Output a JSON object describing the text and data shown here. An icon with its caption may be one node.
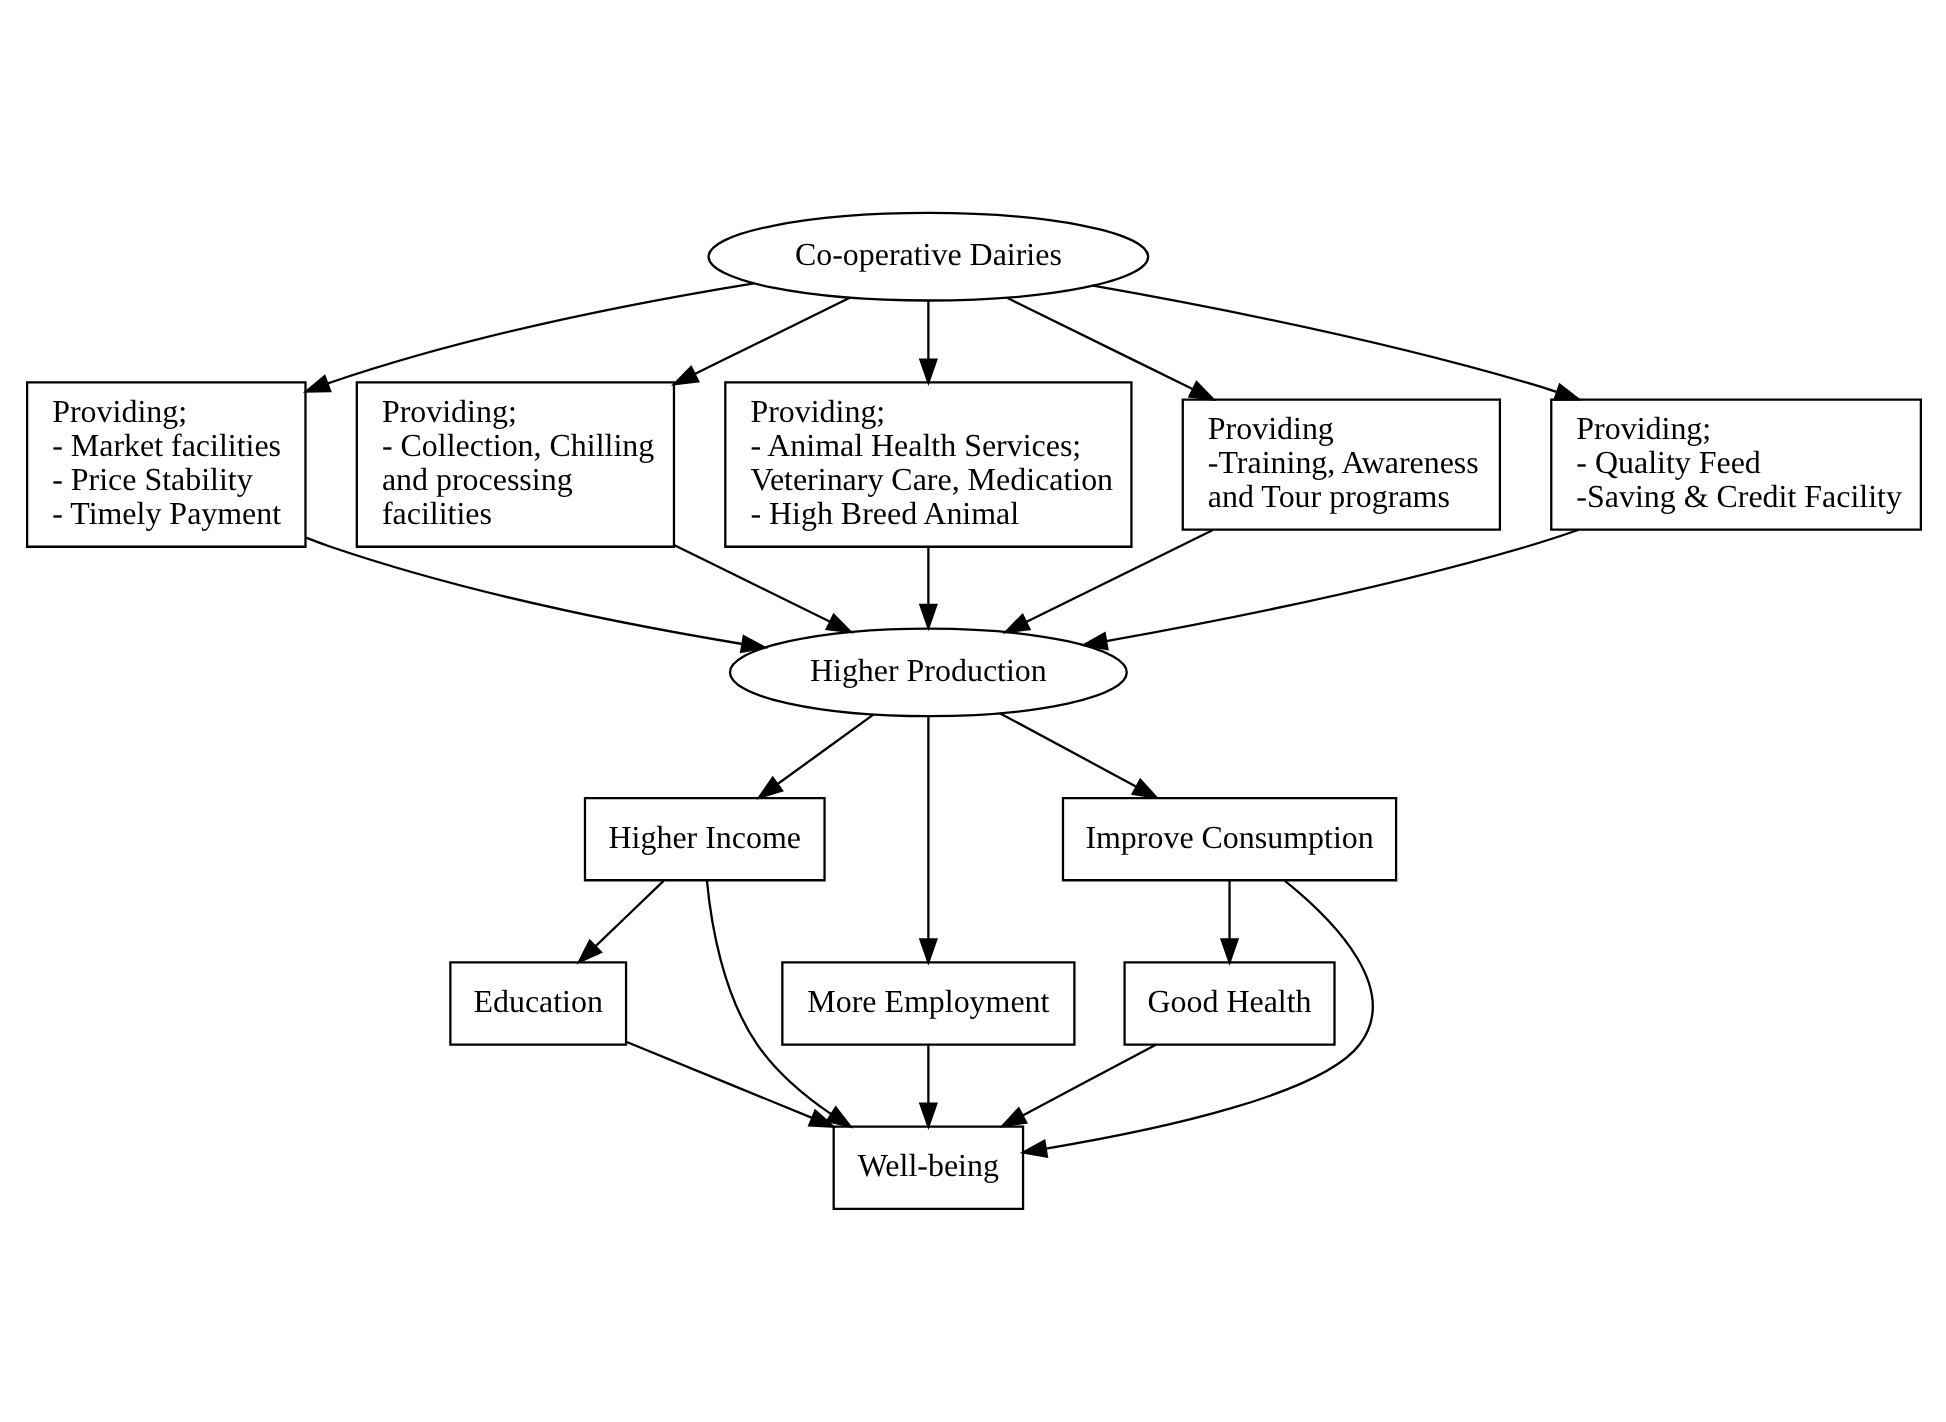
{
  "diagram": {
    "nodes": [
      {
        "text": [
          "Co-operative Dairies"
        ]
      },
      {
        "text": [
          "Providing;",
          "- Market facilities",
          "- Price Stability",
          "- Timely Payment"
        ]
      },
      {
        "text": [
          "Providing;",
          "- Collection, Chilling and processing facilities"
        ]
      },
      {
        "text": [
          "Providing;",
          "- Animal Health Services; Veterinary Care, Medication",
          "- High Breed Animal"
        ]
      },
      {
        "text": [
          "Providing",
          "-Training, Awareness and Tour programs"
        ]
      },
      {
        "text": [
          "Providing;",
          "- Quality Feed",
          "-Saving & Credit Facility"
        ]
      },
      {
        "text": [
          "Higher Production"
        ]
      },
      {
        "text": [
          "Higher Income"
        ]
      },
      {
        "text": [
          "More Employment"
        ]
      },
      {
        "text": [
          "Improve Consumption"
        ]
      },
      {
        "text": [
          "Education"
        ]
      },
      {
        "text": [
          "Good Health"
        ]
      },
      {
        "text": [
          "Well-being"
        ]
      }
    ],
    "edges": [
      {
        "from": 0,
        "to": 1,
        "arrow": "to"
      },
      {
        "from": 0,
        "to": 2,
        "arrow": "to"
      },
      {
        "from": 0,
        "to": 3,
        "arrow": "to"
      },
      {
        "from": 0,
        "to": 4,
        "arrow": "to"
      },
      {
        "from": 0,
        "to": 5,
        "arrow": "to"
      },
      {
        "from": 1,
        "to": 6,
        "arrow": "to"
      },
      {
        "from": 3,
        "to": 6,
        "arrow": "to"
      },
      {
        "from": 4,
        "to": 6,
        "arrow": "to"
      },
      {
        "from": 5,
        "to": 6,
        "arrow": "to"
      },
      {
        "from": 2,
        "to": 6,
        "arrow": "to"
      },
      {
        "from": 6,
        "to": 7,
        "arrow": "to"
      },
      {
        "from": 6,
        "to": 8,
        "arrow": "to"
      },
      {
        "from": 6,
        "to": 9,
        "arrow": "to"
      },
      {
        "from": 7,
        "to": 10,
        "arrow": "to"
      },
      {
        "from": 9,
        "to": 11,
        "arrow": "to"
      },
      {
        "from": 7,
        "to": 12,
        "arrow": "to"
      },
      {
        "from": 8,
        "to": 12,
        "arrow": "to"
      },
      {
        "from": 9,
        "to": 12,
        "arrow": "to"
      },
      {
        "from": 10,
        "to": 12,
        "arrow": "to"
      },
      {
        "from": 11,
        "to": 12,
        "arrow": "to"
      }
    ]
  }
}
